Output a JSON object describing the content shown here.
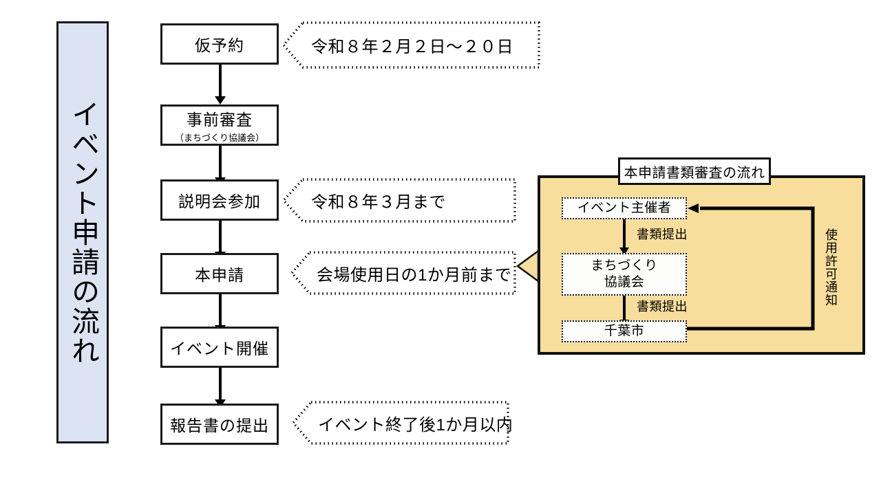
{
  "banner": {
    "title": "イベント申請の流れ",
    "bg_color": "#DCE3F2",
    "border_color": "#1A1A1A"
  },
  "flow": {
    "steps": [
      {
        "id": "step-provisional-reservation",
        "label": "仮予約",
        "sub": ""
      },
      {
        "id": "step-preliminary-review",
        "label": "事前審査",
        "sub": "（まちづくり協議会）"
      },
      {
        "id": "step-briefing-attendance",
        "label": "説明会参加",
        "sub": ""
      },
      {
        "id": "step-main-application",
        "label": "本申請",
        "sub": ""
      },
      {
        "id": "step-event-held",
        "label": "イベント開催",
        "sub": ""
      },
      {
        "id": "step-report-submission",
        "label": "報告書の提出",
        "sub": ""
      }
    ],
    "callouts": [
      {
        "id": "callout-provisional-reservation",
        "text": "令和８年２月２日〜２０日"
      },
      {
        "id": "callout-briefing-attendance",
        "text": "令和８年３月まで"
      },
      {
        "id": "callout-main-application",
        "text": "会場使用日の1か月前まで"
      },
      {
        "id": "callout-report-submission",
        "text": "イベント終了後1か月以内"
      }
    ]
  },
  "panel": {
    "title": "本申請書類審査の流れ",
    "bg_color": "#F7DE9C",
    "border_color": "#111111",
    "nodes": [
      {
        "id": "node-event-organizer",
        "label": "イベント主催者",
        "label2": ""
      },
      {
        "id": "node-machizukuri-council",
        "label": "まちづくり",
        "label2": "協議会"
      },
      {
        "id": "node-chiba-city",
        "label": "千葉市",
        "label2": ""
      }
    ],
    "edge_labels": {
      "submit_1": "書類提出",
      "submit_2": "書類提出",
      "permit_notice": "使用許可通知"
    }
  }
}
